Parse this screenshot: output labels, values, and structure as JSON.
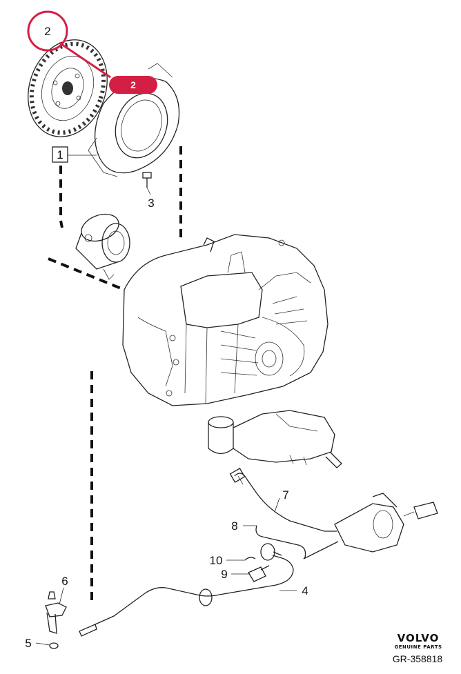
{
  "callouts": {
    "c1": "1",
    "c2_circle": "2",
    "c2_pill": "2",
    "c3": "3",
    "c4": "4",
    "c5": "5",
    "c6": "6",
    "c7": "7",
    "c8": "8",
    "c9": "9",
    "c10": "10"
  },
  "branding": {
    "logo_text": "VOLVO",
    "logo_sub": "GENUINE PARTS",
    "reference": "GR-358818"
  },
  "colors": {
    "highlight": "#d41f45",
    "ink": "#222222",
    "background": "#ffffff"
  }
}
